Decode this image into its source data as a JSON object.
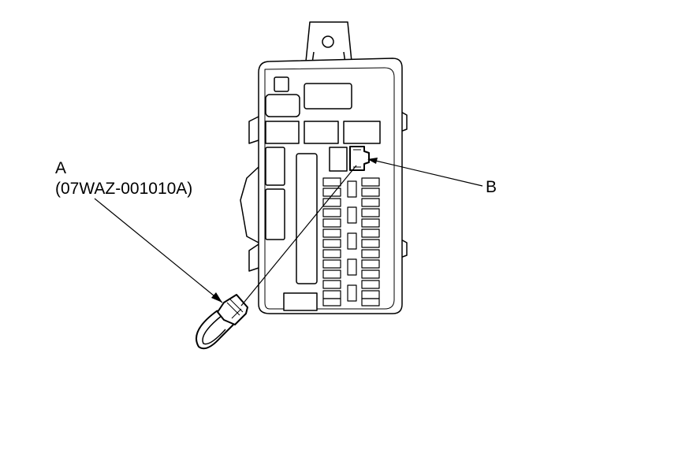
{
  "callouts": {
    "a": {
      "letter": "A",
      "part_number": "(07WAZ-001010A)"
    },
    "b": {
      "letter": "B"
    }
  },
  "colors": {
    "line": "#000000",
    "fill": "#ffffff"
  }
}
